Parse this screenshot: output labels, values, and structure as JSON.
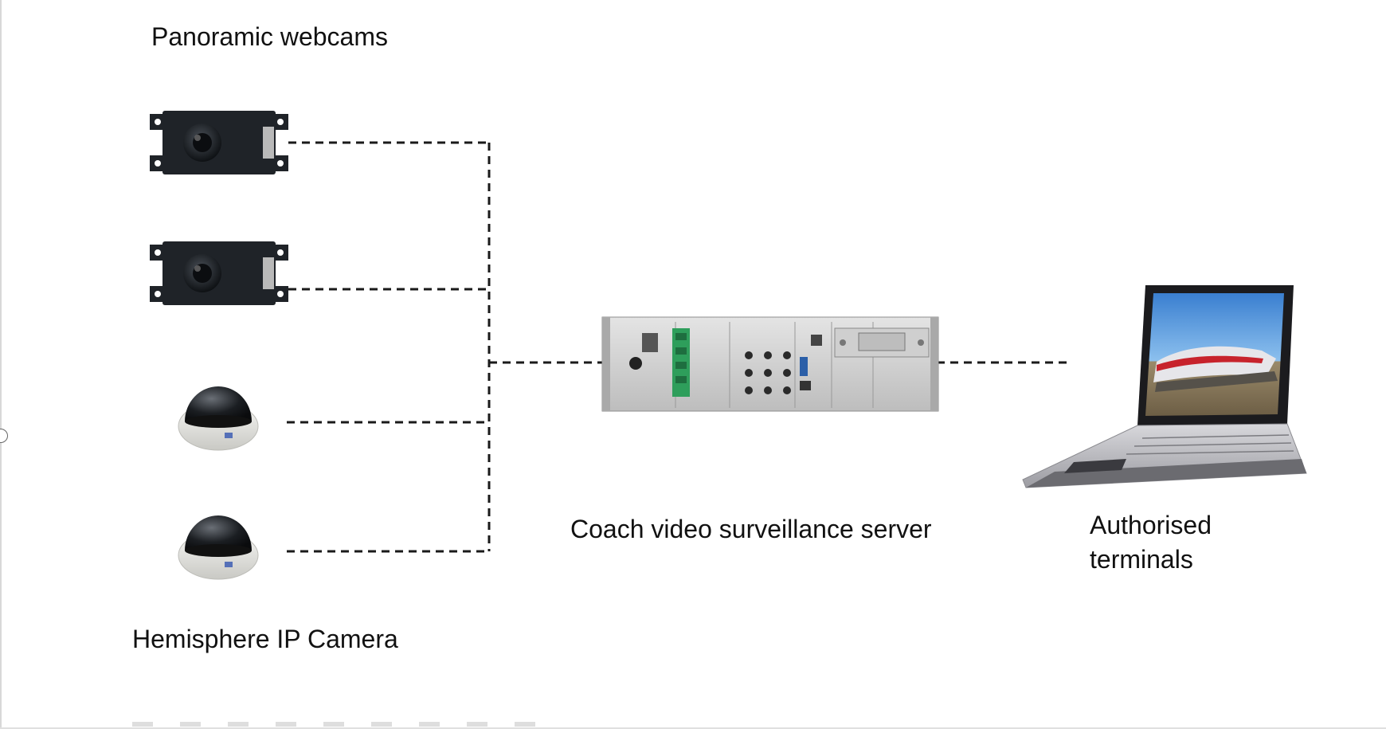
{
  "labels": {
    "panoramic": "Panoramic webcams",
    "hemisphere": "Hemisphere IP Camera",
    "server": "Coach video surveillance server",
    "terminal_line1": "Authorised",
    "terminal_line2": "terminals"
  },
  "devices": [
    {
      "kind": "panoramic-webcam",
      "icon": "panoramic-webcam-icon"
    },
    {
      "kind": "panoramic-webcam",
      "icon": "panoramic-webcam-icon"
    },
    {
      "kind": "hemisphere-ip-camera",
      "icon": "dome-camera-icon"
    },
    {
      "kind": "hemisphere-ip-camera",
      "icon": "dome-camera-icon"
    },
    {
      "kind": "server",
      "icon": "rack-server-icon"
    },
    {
      "kind": "terminal",
      "icon": "laptop-icon"
    }
  ],
  "connection_style": "dashed",
  "colors": {
    "line": "#1a1a1a",
    "camera_body": "#1f2328",
    "server_panel": "#d4d4d4",
    "terminal_connector": "#2e9e5b",
    "laptop_body": "#c8c8cc",
    "screen_sky": "#4a8fd6"
  }
}
